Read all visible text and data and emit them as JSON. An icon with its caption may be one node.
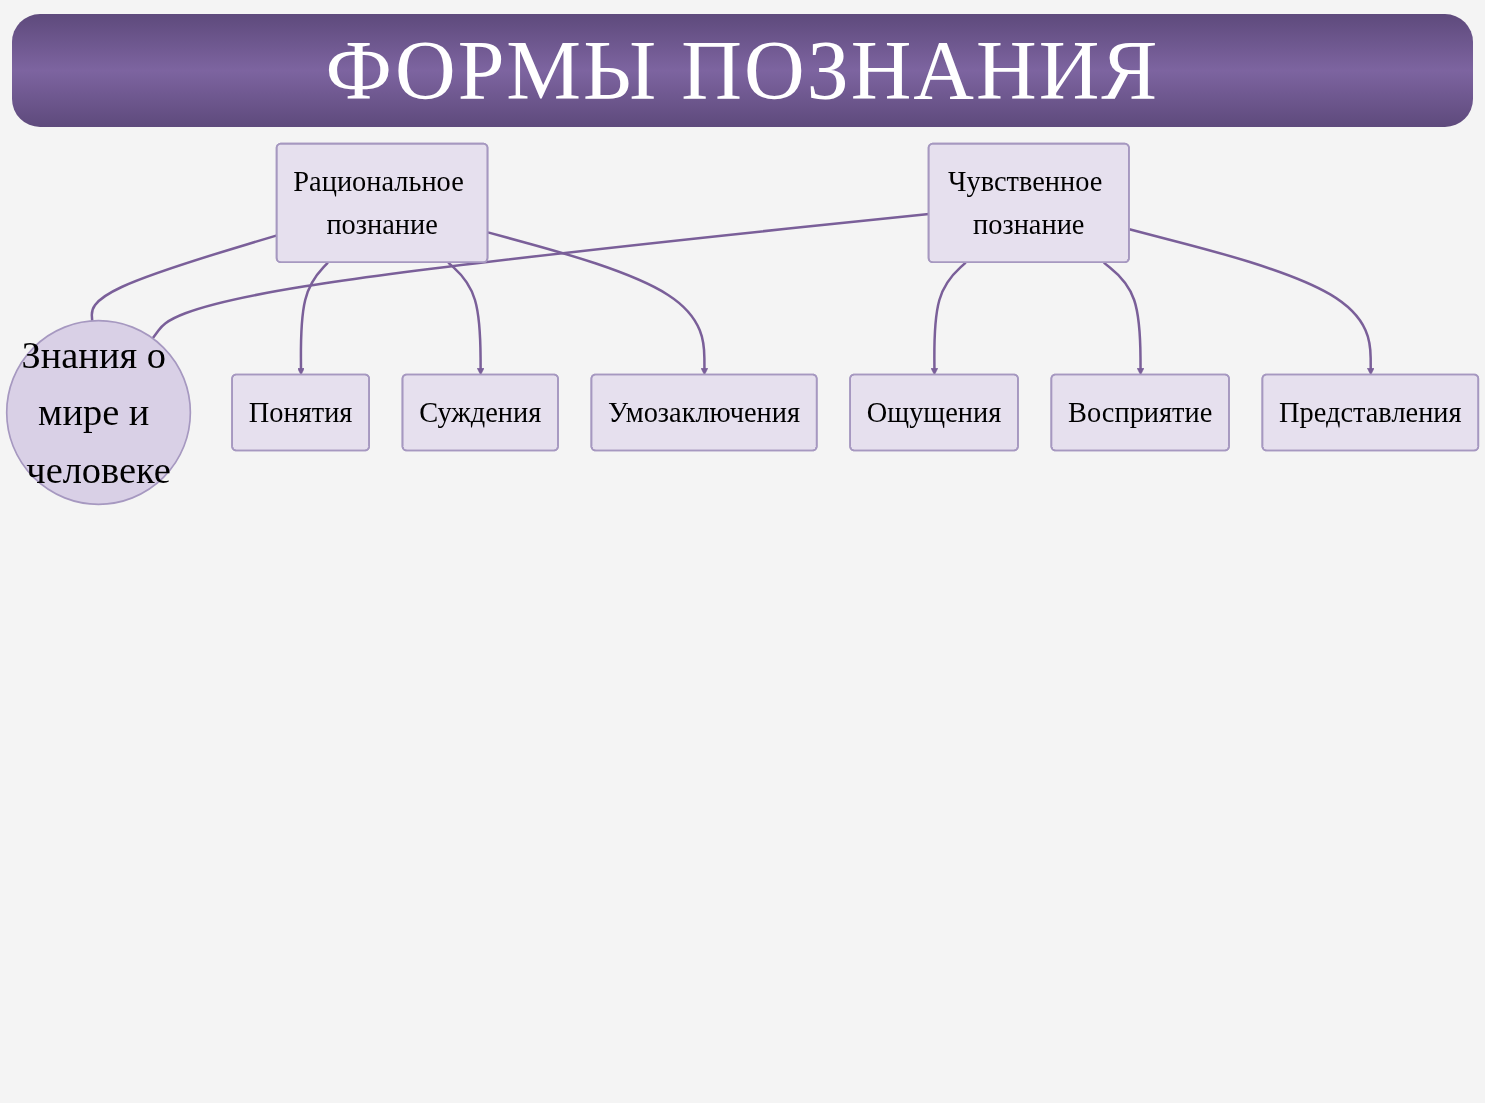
{
  "diagram": {
    "title": "ФОРМЫ ПОЗНАНИЯ",
    "nodes": [
      {
        "text": [
          "Рациональное познание"
        ]
      },
      {
        "text": [
          "Чувственное познание"
        ]
      },
      {
        "text": [
          "Понятия"
        ]
      },
      {
        "text": [
          "Знания о мире и человеке"
        ]
      },
      {
        "text": [
          "Ощущения"
        ]
      },
      {
        "text": [
          "Суждения"
        ]
      },
      {
        "text": [
          "Восприятие"
        ]
      },
      {
        "text": [
          "Умозаключения"
        ]
      },
      {
        "text": [
          "Представления"
        ]
      }
    ],
    "edges": [
      {
        "from": 0,
        "to": 3,
        "arrow": "none"
      },
      {
        "from": 1,
        "to": 3,
        "arrow": "none"
      },
      {
        "from": 0,
        "to": 2,
        "arrow": "to"
      },
      {
        "from": 0,
        "to": 5,
        "arrow": "to"
      },
      {
        "from": 0,
        "to": 7,
        "arrow": "to"
      },
      {
        "from": 1,
        "to": 4,
        "arrow": "to"
      },
      {
        "from": 1,
        "to": 6,
        "arrow": "to"
      },
      {
        "from": 1,
        "to": 8,
        "arrow": "to"
      }
    ]
  }
}
